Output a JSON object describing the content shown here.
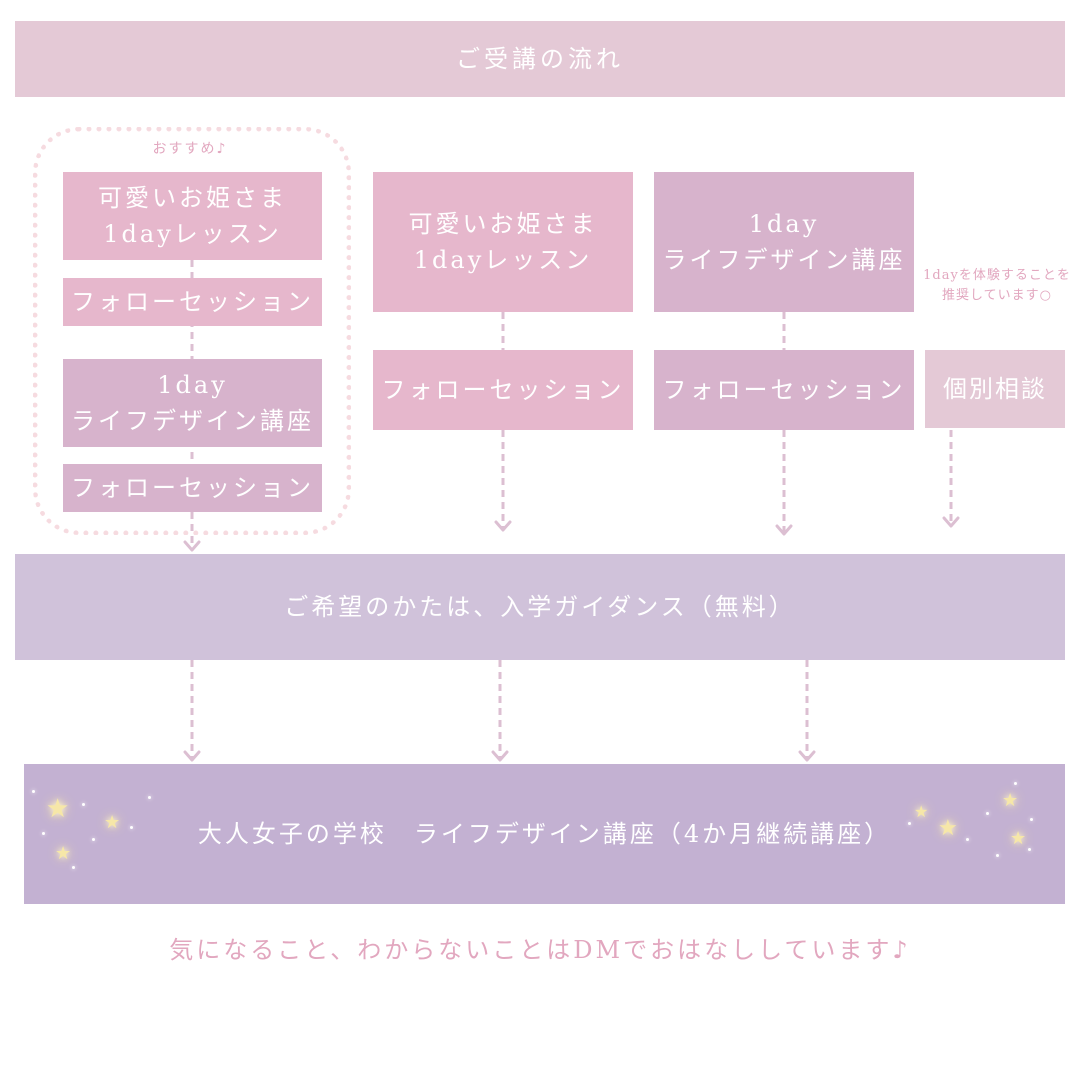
{
  "header": {
    "title": "ご受講の流れ"
  },
  "recommend": {
    "label": "おすすめ♪"
  },
  "column1": {
    "lesson": "可愛いお姫さま\n1dayレッスン",
    "follow1": "フォローセッション",
    "lifedesign": "1day\nライフデザイン講座",
    "follow2": "フォローセッション"
  },
  "column2": {
    "lesson": "可愛いお姫さま\n1dayレッスン",
    "follow": "フォローセッション"
  },
  "column3": {
    "lifedesign": "1day\nライフデザイン講座",
    "follow": "フォローセッション"
  },
  "column4": {
    "note": "1dayを体験することを\n推奨しています○",
    "consult": "個別相談"
  },
  "guidance": {
    "label": "ご希望のかたは、入学ガイダンス（無料）"
  },
  "course": {
    "label": "大人女子の学校　ライフデザイン講座（4か月継続講座）"
  },
  "footer": {
    "text": "気になること、わからないことはDMでおはなししています♪"
  },
  "colors": {
    "pink": "#e6b7cc",
    "mauve": "#d7b3cc",
    "lavender": "#d0c2da",
    "deep_lavender": "#c3b1d2",
    "header": "#e4c9d6",
    "connector": "#dcbfd2",
    "footer_text": "#e2a7bf"
  }
}
